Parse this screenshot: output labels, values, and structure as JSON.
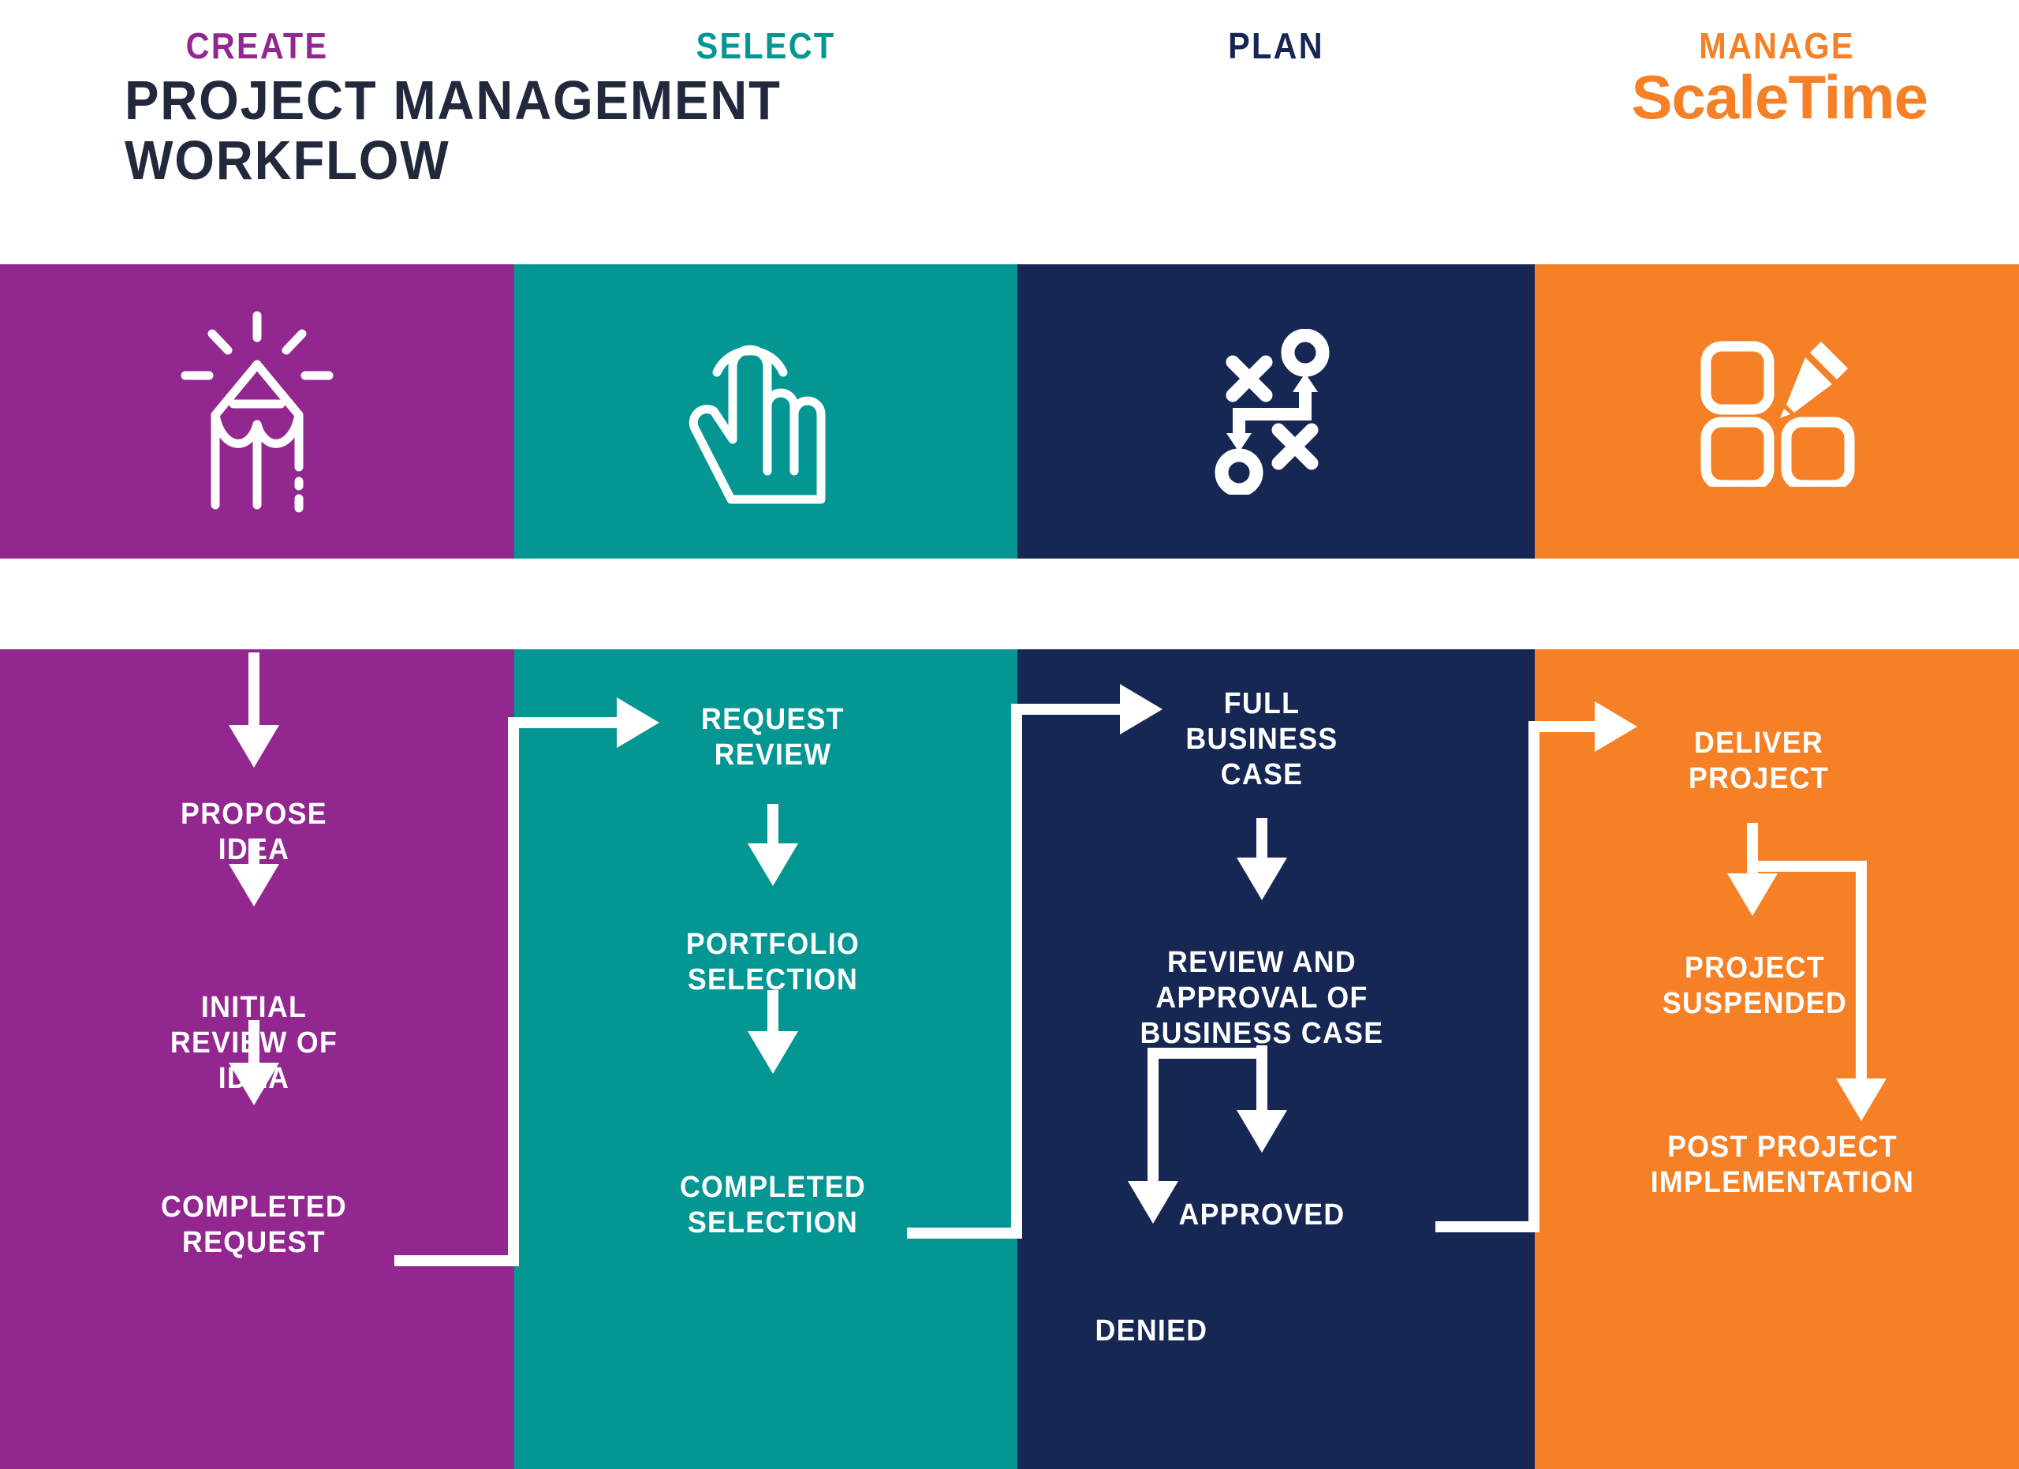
{
  "header": {
    "title": "PROJECT MANAGEMENT\nWORKFLOW",
    "logo": "ScaleTime"
  },
  "colors": {
    "create": "#92278F",
    "select": "#039693",
    "plan": "#172754",
    "manage": "#F58025",
    "background": "#FFFFFF",
    "title_text": "#22293C",
    "node_text": "#FFFFFF",
    "connector": "#FFFFFF"
  },
  "stages": [
    {
      "key": "create",
      "label": "CREATE",
      "color": "#92278F",
      "icon": "lightbulb-pencil-idea-icon",
      "nodes": [
        "PROPOSE\nIDEA",
        "INITIAL\nREVIEW OF\nIDEA",
        "COMPLETED\nREQUEST"
      ]
    },
    {
      "key": "select",
      "label": "SELECT",
      "color": "#039693",
      "icon": "hand-tap-pointer-icon",
      "nodes": [
        "REQUEST\nREVIEW",
        "PORTFOLIO\nSELECTION",
        "COMPLETED\nSELECTION"
      ]
    },
    {
      "key": "plan",
      "label": "PLAN",
      "color": "#172754",
      "icon": "strategy-playbook-xo-icon",
      "nodes": [
        "FULL\nBUSINESS\nCASE",
        "REVIEW  AND\nAPPROVAL OF\nBUSINESS CASE",
        "APPROVED",
        "DENIED"
      ]
    },
    {
      "key": "manage",
      "label": "MANAGE",
      "color": "#F58025",
      "icon": "grid-squares-pencil-icon",
      "nodes": [
        "DELIVER\nPROJECT",
        "PROJECT\nSUSPENDED",
        "POST PROJECT\nIMPLEMENTATION"
      ]
    }
  ],
  "flow": {
    "create": {
      "propose_idea": "PROPOSE\nIDEA",
      "initial_review": "INITIAL\nREVIEW OF\nIDEA",
      "completed_request": "COMPLETED\nREQUEST"
    },
    "select": {
      "request_review": "REQUEST\nREVIEW",
      "portfolio_selection": "PORTFOLIO\nSELECTION",
      "completed_selection": "COMPLETED\nSELECTION"
    },
    "plan": {
      "full_business_case": "FULL\nBUSINESS\nCASE",
      "review_approval": "REVIEW  AND\nAPPROVAL OF\nBUSINESS CASE",
      "approved": "APPROVED",
      "denied": "DENIED"
    },
    "manage": {
      "deliver_project": "DELIVER\nPROJECT",
      "project_suspended": "PROJECT\nSUSPENDED",
      "post_project": "POST PROJECT\nIMPLEMENTATION"
    }
  }
}
